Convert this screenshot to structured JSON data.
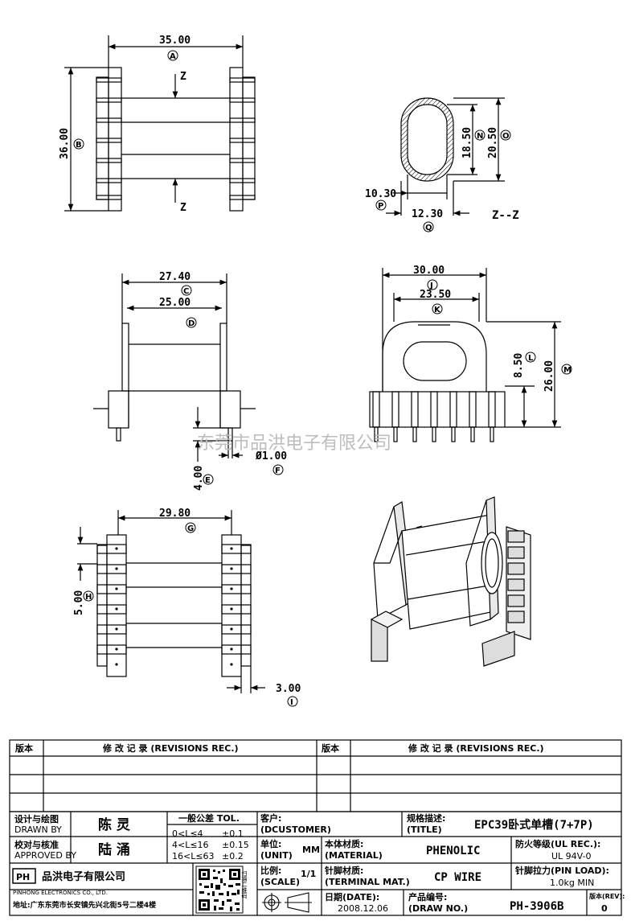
{
  "dimensions": {
    "a_width": "35.00",
    "a_ref": "A",
    "b_height": "36.00",
    "b_ref": "B",
    "section_label": "Z",
    "section_title": "Z--Z",
    "n_inner": "18.50",
    "n_ref": "N",
    "o_outer": "20.50",
    "o_ref": "O",
    "p_inner": "10.30",
    "p_ref": "P",
    "q_outer": "12.30",
    "q_ref": "Q",
    "c_width": "27.40",
    "c_ref": "C",
    "d_width": "25.00",
    "d_ref": "D",
    "e_pin_len": "4.00",
    "e_ref": "E",
    "f_pin_dia": "Ø1.00",
    "f_ref": "F",
    "j_width": "30.00",
    "j_ref": "J",
    "k_width": "23.50",
    "k_ref": "K",
    "l_height": "8.50",
    "l_ref": "L",
    "m_height": "26.00",
    "m_ref": "M",
    "g_width": "29.80",
    "g_ref": "G",
    "h_pitch": "5.00",
    "h_ref": "H",
    "i_width": "3.00",
    "i_ref": "I"
  },
  "watermark": "东莞市品洪电子有限公司",
  "revisions": {
    "col_rev": "版本",
    "col_rec": "修 改 记 录 (REVISIONS REC.)"
  },
  "titleblock": {
    "drawn_cn": "设计与绘图",
    "drawn_en": "DRAWN BY",
    "drawn_name": "陈 灵",
    "approved_cn": "校对与核准",
    "approved_en": "APPROVED BY",
    "approved_name": "陆 涌",
    "tol_title": "一般公差 TOL.",
    "tol_rows": [
      {
        "range": "0<L≤4",
        "val": "±0.1"
      },
      {
        "range": "4<L≤16",
        "val": "±0.15"
      },
      {
        "range": "16<L≤63",
        "val": "±0.2"
      }
    ],
    "customer_cn": "客户:",
    "customer_en": "(DCUSTOMER)",
    "title_cn": "规格描述:",
    "title_en": "(TITLE)",
    "title_value": "EPC39卧式单槽(7+7P)",
    "unit_cn": "单位:",
    "unit_en": "(UNIT)",
    "unit_value": "MM",
    "material_cn": "本体材质:",
    "material_en": "(MATERIAL)",
    "material_value": "PHENOLIC",
    "flame_cn": "防火等级(UL REC.):",
    "flame_value": "UL 94V-0",
    "scale_cn": "比例:",
    "scale_en": "(SCALE)",
    "scale_value": "1/1",
    "terminal_cn": "针脚材质:",
    "terminal_en": "(TERMINAL MAT.)",
    "terminal_value": "CP WIRE",
    "pinload_cn": "针脚拉力(PIN LOAD):",
    "pinload_value": "1.0kg MIN",
    "date_cn": "日期(DATE):",
    "date_value": "2008.12.06",
    "product_cn": "产品编号:",
    "product_en": "(DRAW NO.)",
    "product_value": "PH-3906B",
    "rev_cn": "版本(REV):",
    "rev_value": "0",
    "company_logo": "PH",
    "company_cn": "品洪电子有限公司",
    "company_en": "PINHONG ELECTRONICS CO., LTD.",
    "qr_caption": "扫描二维码",
    "address": "地址:广东东莞市长安镇先兴北街5号二楼4楼"
  }
}
